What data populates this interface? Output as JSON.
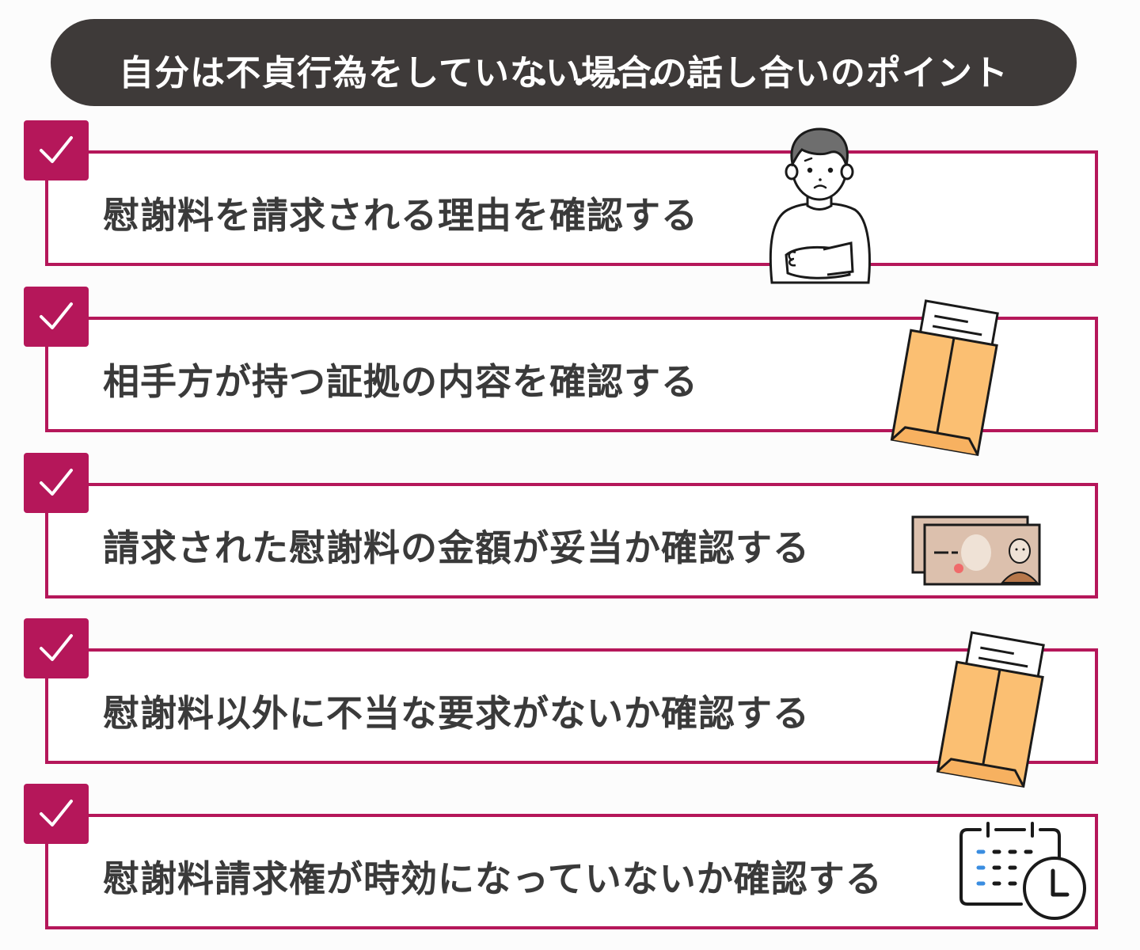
{
  "header": {
    "title": "自分は不貞行為をしていない場合の話し合いのポイント",
    "emphasis_marks_over": "していない",
    "background_color": "#3e3a39",
    "text_color": "#ffffff"
  },
  "checklist": {
    "accent_color": "#b5175a",
    "check_icon": "check-icon",
    "items": [
      {
        "label": "慰謝料を請求される理由を確認する",
        "illustration": "worried-man-arms-crossed-icon"
      },
      {
        "label": "相手方が持つ証拠の内容を確認する",
        "illustration": "document-envelope-icon"
      },
      {
        "label": "請求された慰謝料の金額が妥当か確認する",
        "illustration": "banknotes-icon"
      },
      {
        "label": "慰謝料以外に不当な要求がないか確認する",
        "illustration": "document-envelope-icon"
      },
      {
        "label": "慰謝料請求権が時効になっていないか確認する",
        "illustration": "calendar-clock-icon"
      }
    ]
  }
}
